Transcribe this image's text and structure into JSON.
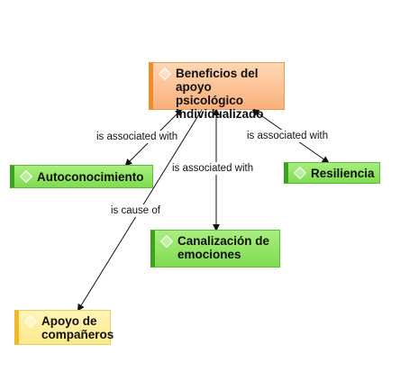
{
  "nodes": {
    "beneficios": {
      "label": "Beneficios del apoyo psicológico individualizado"
    },
    "autoconocimiento": {
      "label": "Autoconocimiento"
    },
    "resiliencia": {
      "label": "Resiliencia"
    },
    "canalizacion": {
      "label": "Canalización de emociones"
    },
    "apoyo": {
      "label": "Apoyo de compañeros"
    }
  },
  "links": {
    "autoconocimiento": "is associated with",
    "canalizacion": "is associated with",
    "resiliencia": "is associated with",
    "apoyo": "is cause of"
  },
  "colors": {
    "main_concept": "#f9b07c",
    "related_concept": "#7fdb50",
    "cause_concept": "#fde98a",
    "line": "#111111"
  },
  "icons": {
    "node_marker": "diamond-icon"
  }
}
